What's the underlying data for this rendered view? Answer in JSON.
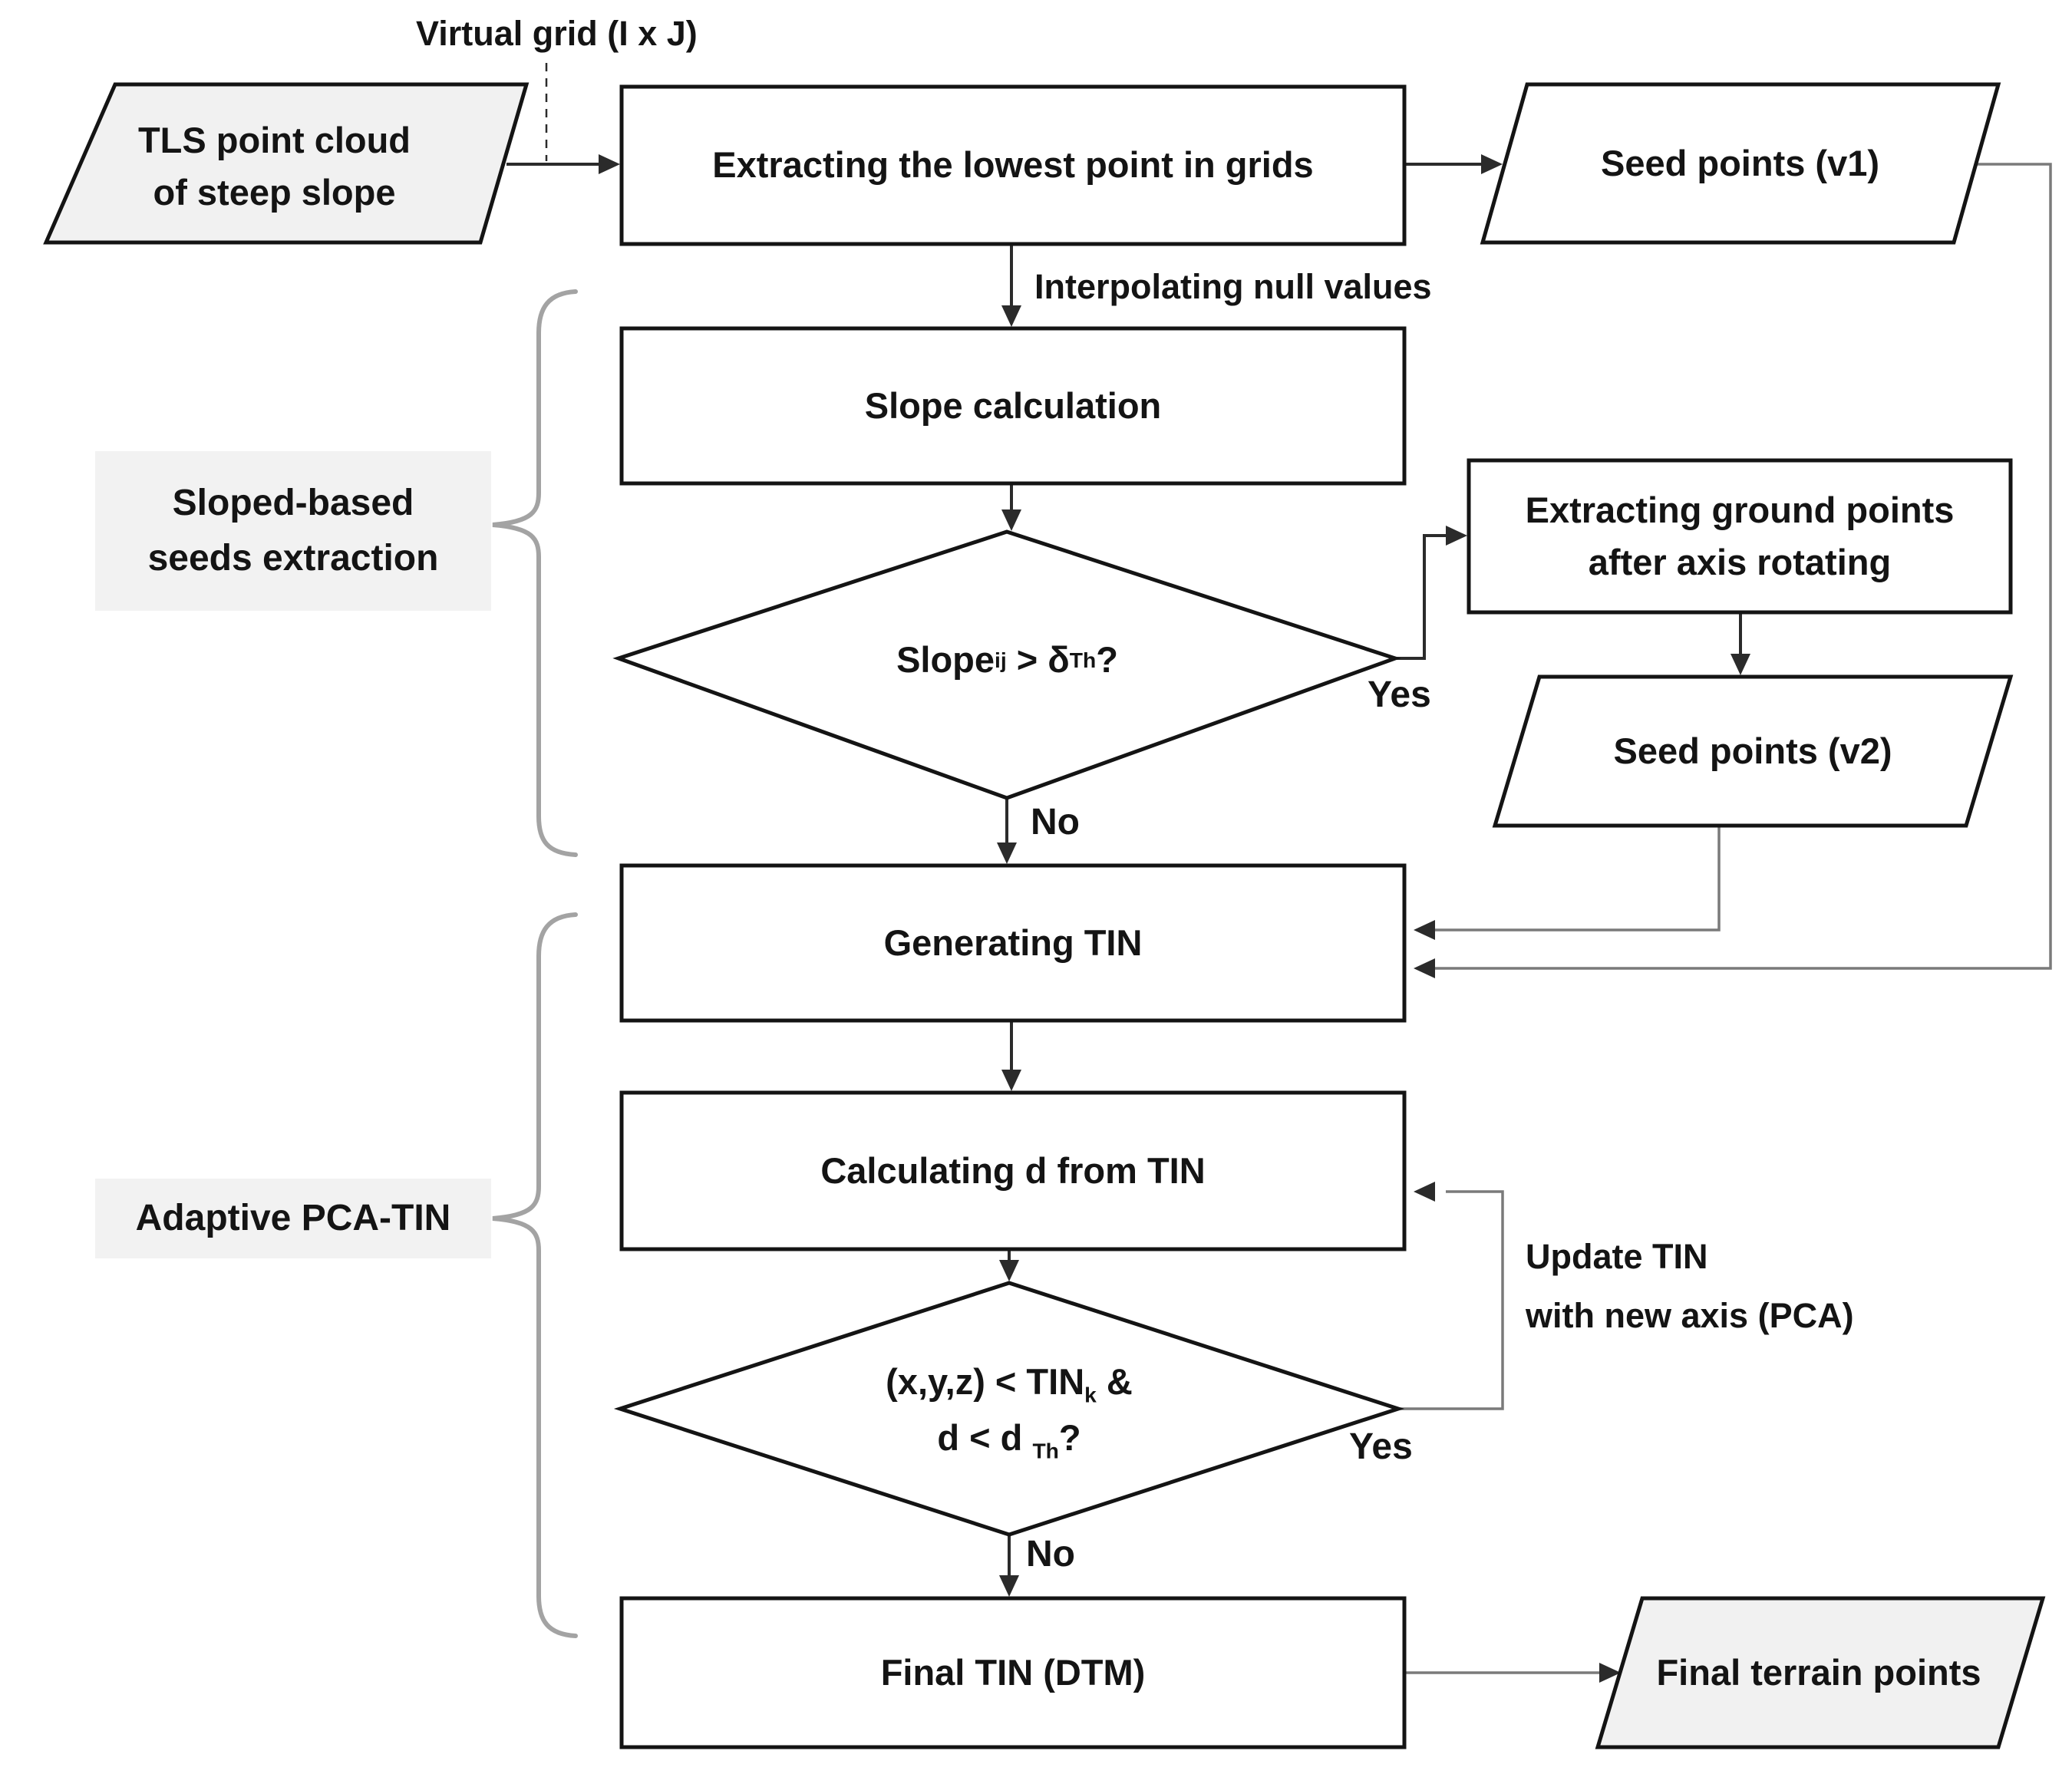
{
  "figure": {
    "virtual_grid_label": "Virtual grid (I x J)",
    "nodes": {
      "tls_point_cloud": {
        "line1": "TLS point cloud",
        "line2": "of steep slope"
      },
      "extract_lowest": "Extracting the lowest point in grids",
      "seed_points_v1": "Seed points (v1)",
      "slope_calculation": "Slope calculation",
      "slope_decision": {
        "pre": "Slope",
        "sub1": "ij",
        "mid": " > δ",
        "sub2": "Th",
        "end": "?"
      },
      "extract_ground": {
        "line1": "Extracting ground points",
        "line2": "after axis rotating"
      },
      "seed_points_v2": "Seed points (v2)",
      "generating_tin": "Generating TIN",
      "calculating_d": "Calculating d from TIN",
      "distance_decision": {
        "line1_pre": "(x,y,z) < TIN",
        "line1_sub": "k",
        "line1_end": " &",
        "line2_pre": "d < d ",
        "line2_sub": "Th",
        "line2_end": "?"
      },
      "final_tin": "Final TIN (DTM)",
      "final_terrain": "Final terrain points"
    },
    "edge_labels": {
      "interpolating": "Interpolating null values",
      "update_tin_line1": "Update TIN",
      "update_tin_line2": "with new axis (PCA)",
      "yes1": "Yes",
      "no1": "No",
      "yes2": "Yes",
      "no2": "No"
    },
    "group_labels": {
      "sloped": {
        "line1": "Sloped-based",
        "line2": "seeds extraction"
      },
      "adaptive": "Adaptive PCA-TIN"
    },
    "colors": {
      "background": "#ffffff",
      "shape_fill": "#ffffff",
      "shape_fill_gray": "#f1f1f1",
      "label_bg": "#f2f2f2",
      "border": "#141414",
      "text": "#141414",
      "line_dark": "#2b2b2b",
      "line_gray": "#7a7a7a",
      "brace": "#a3a3a3"
    }
  }
}
